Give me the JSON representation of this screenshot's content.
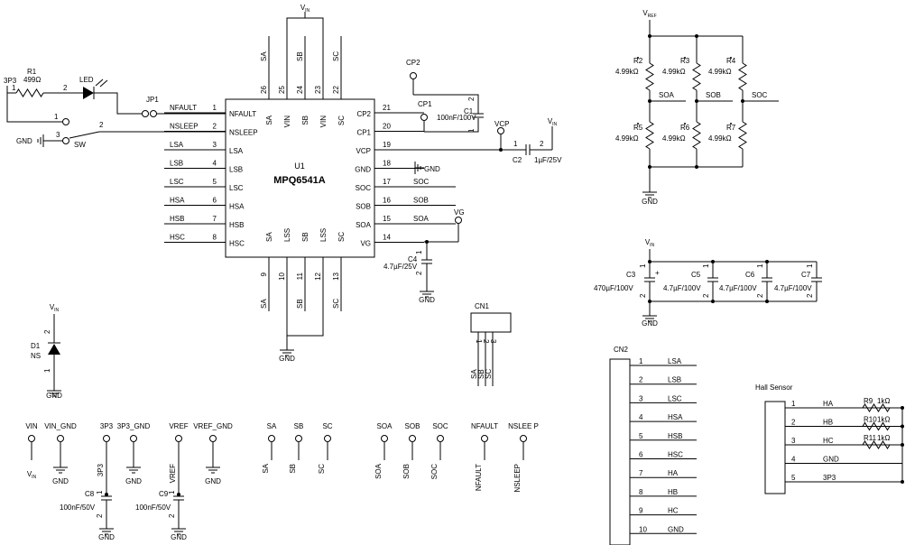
{
  "u1": {
    "ref": "U1",
    "part": "MPQ6541A",
    "left_pins": [
      {
        "num": "1",
        "name": "NFAULT",
        "net": "NFAULT"
      },
      {
        "num": "2",
        "name": "NSLEEP",
        "net": "NSLEEP"
      },
      {
        "num": "3",
        "name": "LSA",
        "net": "LSA"
      },
      {
        "num": "4",
        "name": "LSB",
        "net": "LSB"
      },
      {
        "num": "5",
        "name": "LSC",
        "net": "LSC"
      },
      {
        "num": "6",
        "name": "HSA",
        "net": "HSA"
      },
      {
        "num": "7",
        "name": "HSB",
        "net": "HSB"
      },
      {
        "num": "8",
        "name": "HSC",
        "net": "HSC"
      }
    ],
    "right_pins": [
      {
        "num": "21",
        "name": "CP2",
        "net": ""
      },
      {
        "num": "20",
        "name": "CP1",
        "net": ""
      },
      {
        "num": "19",
        "name": "VCP",
        "net": ""
      },
      {
        "num": "18",
        "name": "GND",
        "net": "GND"
      },
      {
        "num": "17",
        "name": "SOC",
        "net": "SOC"
      },
      {
        "num": "16",
        "name": "SOB",
        "net": "SOB"
      },
      {
        "num": "15",
        "name": "SOA",
        "net": "SOA"
      },
      {
        "num": "14",
        "name": "VG",
        "net": ""
      }
    ],
    "top_pins": [
      {
        "num": "26",
        "name": "SA",
        "net": "SA"
      },
      {
        "num": "25",
        "name": "VIN",
        "net": ""
      },
      {
        "num": "24",
        "name": "SB",
        "net": "SB"
      },
      {
        "num": "23",
        "name": "VIN",
        "net": ""
      },
      {
        "num": "22",
        "name": "SC",
        "net": "SC"
      }
    ],
    "bottom_pins": [
      {
        "num": "9",
        "name": "SA",
        "net": "SA"
      },
      {
        "num": "10",
        "name": "LSS",
        "net": ""
      },
      {
        "num": "11",
        "name": "SB",
        "net": "SB"
      },
      {
        "num": "12",
        "name": "LSS",
        "net": ""
      },
      {
        "num": "13",
        "name": "SC",
        "net": "SC"
      }
    ]
  },
  "power": {
    "vin": "V",
    "vin_sub": "IN",
    "vref": "V",
    "vref_sub": "REF",
    "threep3": "3P3",
    "gnd": "GND"
  },
  "r1": {
    "ref": "R1",
    "value": "499Ω",
    "pin1": "1",
    "pin2": "2"
  },
  "led": {
    "ref": "LED"
  },
  "jp1": {
    "ref": "JP1"
  },
  "sw": {
    "ref": "SW",
    "pin1": "1",
    "pin2": "2",
    "pin3": "3"
  },
  "c1": {
    "ref": "C1",
    "value": "100nF/100V",
    "tp": "CP1",
    "tp_top": "CP2",
    "pin1": "1",
    "pin2": "2"
  },
  "c2": {
    "ref": "C2",
    "value": "1µF/25V",
    "tp": "VCP",
    "pin1": "1",
    "pin2": "2"
  },
  "c4": {
    "ref": "C4",
    "value": "4.7µF/25V",
    "tp": "VG",
    "pin1": "1",
    "pin2": "2"
  },
  "divider": {
    "top_row": [
      {
        "ref": "R2",
        "value": "4.99kΩ"
      },
      {
        "ref": "R3",
        "value": "4.99kΩ"
      },
      {
        "ref": "R4",
        "value": "4.99kΩ"
      }
    ],
    "bottom_row": [
      {
        "ref": "R5",
        "value": "4.99kΩ"
      },
      {
        "ref": "R6",
        "value": "4.99kΩ"
      },
      {
        "ref": "R7",
        "value": "4.99kΩ"
      }
    ],
    "nets": [
      "SOA",
      "SOB",
      "SOC"
    ]
  },
  "bulk": {
    "c3": {
      "ref": "C3",
      "value": "470µF/100V"
    },
    "c5": {
      "ref": "C5",
      "value": "4.7µF/100V"
    },
    "c6": {
      "ref": "C6",
      "value": "4.7µF/100V"
    },
    "c7": {
      "ref": "C7",
      "value": "4.7µF/100V"
    },
    "plus": "+"
  },
  "d1": {
    "ref": "D1",
    "value": "NS",
    "pin1": "1",
    "pin2": "2"
  },
  "cn1": {
    "ref": "CN1",
    "pins": [
      "1",
      "2",
      "3"
    ],
    "nets": [
      "SA",
      "SB",
      "SC"
    ]
  },
  "cn2": {
    "ref": "CN2",
    "pins": [
      {
        "num": "1",
        "net": "LSA"
      },
      {
        "num": "2",
        "net": "LSB"
      },
      {
        "num": "3",
        "net": "LSC"
      },
      {
        "num": "4",
        "net": "HSA"
      },
      {
        "num": "5",
        "net": "HSB"
      },
      {
        "num": "6",
        "net": "HSC"
      },
      {
        "num": "7",
        "net": "HA"
      },
      {
        "num": "8",
        "net": "HB"
      },
      {
        "num": "9",
        "net": "HC"
      },
      {
        "num": "10",
        "net": "GND"
      }
    ]
  },
  "hall": {
    "title": "Hall Sensor",
    "rows": [
      {
        "num": "1",
        "net": "HA",
        "ref": "R9",
        "value": "1kΩ"
      },
      {
        "num": "2",
        "net": "HB",
        "ref": "R10",
        "value": "1kΩ"
      },
      {
        "num": "3",
        "net": "HC",
        "ref": "R11",
        "value": "1kΩ"
      },
      {
        "num": "4",
        "net": "GND"
      },
      {
        "num": "5",
        "net": "3P3"
      }
    ]
  },
  "testpoints": [
    {
      "label": "VIN",
      "net": "V",
      "net_sub": "IN",
      "kind": "vin"
    },
    {
      "label": "VIN_GND",
      "net": "GND",
      "kind": "gnd"
    },
    {
      "label": "3P3",
      "net": "3P3",
      "kind": "cap"
    },
    {
      "label": "3P3_GND",
      "net": "GND",
      "kind": "gnd"
    },
    {
      "label": "VREF",
      "net": "VREF",
      "kind": "cap"
    },
    {
      "label": "VREF_GND",
      "net": "GND",
      "kind": "gnd"
    },
    {
      "label": "SA",
      "net": "SA",
      "kind": "net"
    },
    {
      "label": "SB",
      "net": "SB",
      "kind": "net"
    },
    {
      "label": "SC",
      "net": "SC",
      "kind": "net"
    },
    {
      "label": "SOA",
      "net": "SOA",
      "kind": "net"
    },
    {
      "label": "SOB",
      "net": "SOB",
      "kind": "net"
    },
    {
      "label": "SOC",
      "net": "SOC",
      "kind": "net"
    },
    {
      "label": "NFAULT",
      "net": "NFAULT",
      "kind": "net"
    },
    {
      "label": "NSLEE P",
      "net": "NSLEEP",
      "kind": "net"
    }
  ],
  "c8": {
    "ref": "C8",
    "value": "100nF/50V"
  },
  "c9": {
    "ref": "C9",
    "value": "100nF/50V"
  }
}
